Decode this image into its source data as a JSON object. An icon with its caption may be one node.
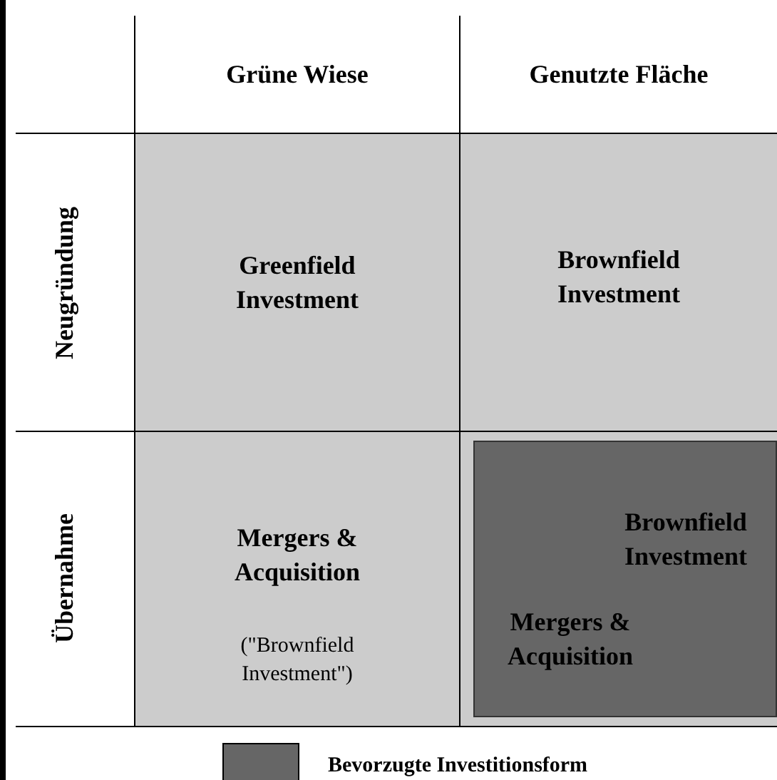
{
  "diagram": {
    "nodes": [
      {
        "text": [
          "Greenfield Investment"
        ]
      },
      {
        "text": [
          "Brownfield Investment"
        ]
      },
      {
        "text": [
          "Mergers & Acquisition",
          "(\"Brownfield Investment\")"
        ]
      },
      {
        "text": [],
        "shape": "box"
      },
      {
        "text": [
          "Brownfield Investment",
          "Mergers & Acquisition"
        ],
        "in": 3
      }
    ],
    "labels": [
      "Grüne Wiese",
      "Genutzte Fläche",
      "Neugründung",
      "Übernahme"
    ],
    "legend": [
      {
        "text": "Bevorzugte Investitionsform",
        "color": "#666666"
      }
    ]
  }
}
